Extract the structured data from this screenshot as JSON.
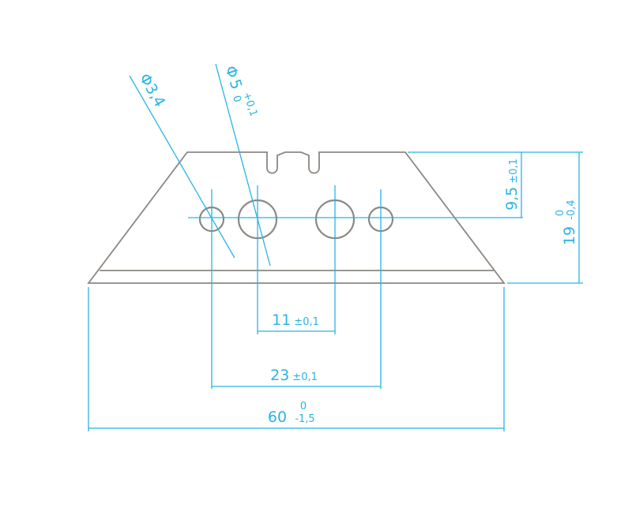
{
  "dimensions": {
    "width": {
      "value": "60",
      "upper": "0",
      "lower": "-1,5"
    },
    "height": {
      "value": "19",
      "upper": "0",
      "lower": "-0,4"
    },
    "hole_line_height": {
      "value": "9,5",
      "tol": "±0,1"
    },
    "inner_spacing": {
      "value": "11",
      "tol": "±0,1"
    },
    "outer_spacing": {
      "value": "23",
      "tol": "±0,1"
    },
    "small_hole_dia": {
      "symbol": "Φ",
      "value": "3,4"
    },
    "large_hole_dia": {
      "symbol": "Φ",
      "value": "5",
      "upper": "+0,1",
      "lower": "0"
    }
  },
  "colors": {
    "outline": "#8c8782",
    "dimension": "#2ab3e6"
  }
}
